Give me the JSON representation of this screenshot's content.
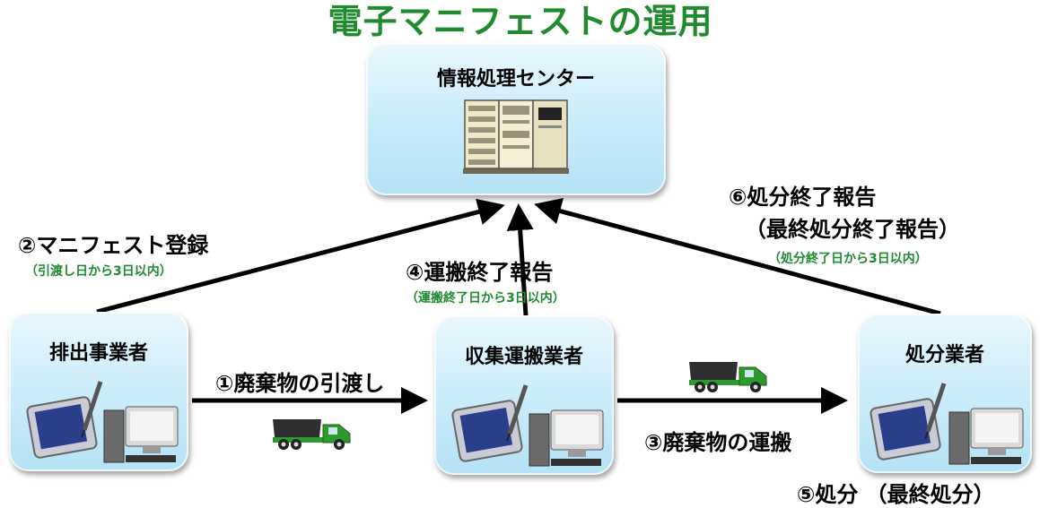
{
  "title": "電子マニフェストの運用",
  "nodes": {
    "center": "情報処理センター",
    "generator": "排出事業者",
    "transporter": "収集運搬業者",
    "disposer": "処分業者"
  },
  "steps": {
    "s1": "①廃棄物の引渡し",
    "s2": "②マニフェスト登録",
    "s2_note": "（引渡し日から3日以内）",
    "s3": "③廃棄物の運搬",
    "s4": "④運搬終了報告",
    "s4_note": "（運搬終了日から3日以内）",
    "s5": "⑤処分 （最終処分）",
    "s6": "⑥処分終了報告",
    "s6_sub": "（最終処分終了報告）",
    "s6_note": "（処分終了日から3日以内）"
  },
  "colors": {
    "title": "#1f8a2e",
    "note": "#1e8a2f",
    "box": "#cdeefb",
    "truck": "#2e9a2e"
  },
  "icons": [
    "server-icon",
    "tablet-pen-icon",
    "desktop-computer-icon",
    "dump-truck-icon"
  ]
}
